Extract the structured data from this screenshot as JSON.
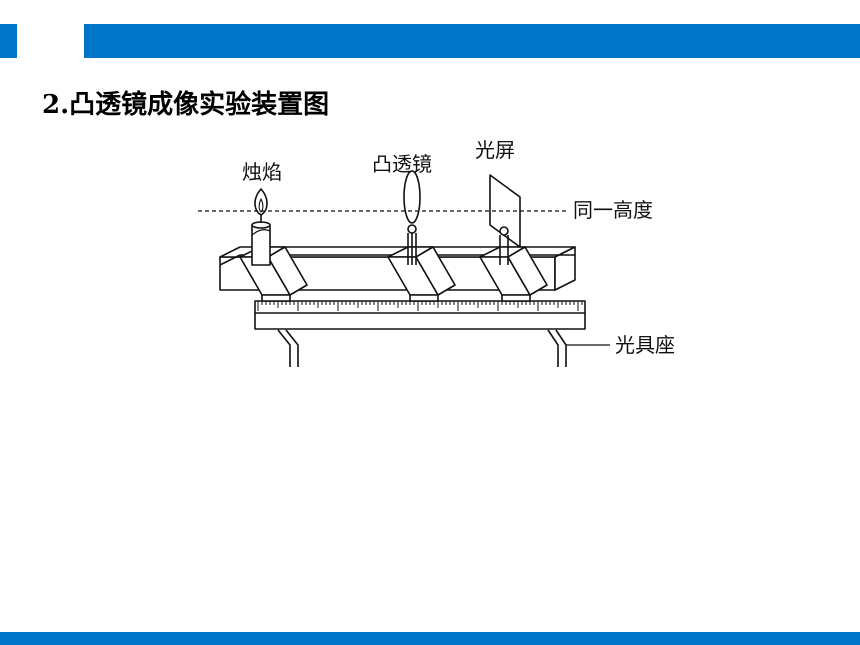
{
  "slide": {
    "title": "2.凸透镜成像实验装置图",
    "accent_color": "#0076c8"
  },
  "diagram": {
    "labels": {
      "candle": "烛焰",
      "lens": "凸透镜",
      "screen": "光屏",
      "same_height": "同一高度",
      "optical_bench": "光具座"
    }
  }
}
